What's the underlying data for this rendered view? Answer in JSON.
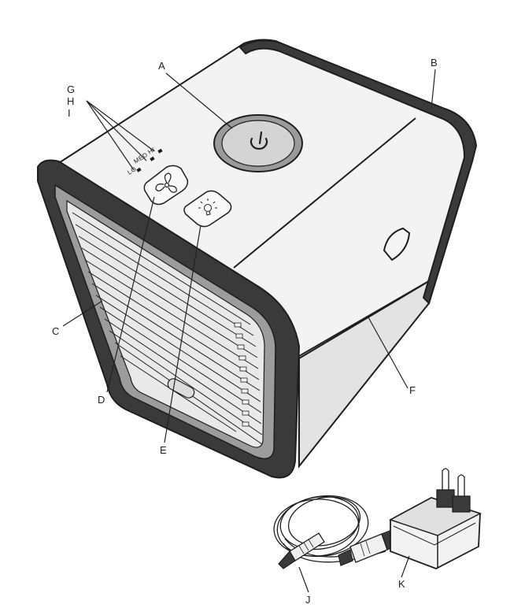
{
  "callouts": {
    "A": "A",
    "B": "B",
    "C": "C",
    "D": "D",
    "E": "E",
    "F": "F",
    "G": "G",
    "H": "H",
    "I": "I",
    "J": "J",
    "K": "K"
  },
  "speed_indicators": {
    "hi": "HI",
    "med": "MED",
    "lo": "LO"
  },
  "icons": {
    "power_button": "power-icon",
    "fan_button": "fan-icon",
    "light_button": "light-bulb-icon"
  },
  "colors": {
    "frame_dark": "#3a3a3a",
    "frame_black": "#1e1e1e",
    "body_top": "#f4f4f4",
    "body_side": "#e2e2e2",
    "button_ring": "#9a9a9a",
    "button_face": "#d4d4d4"
  }
}
